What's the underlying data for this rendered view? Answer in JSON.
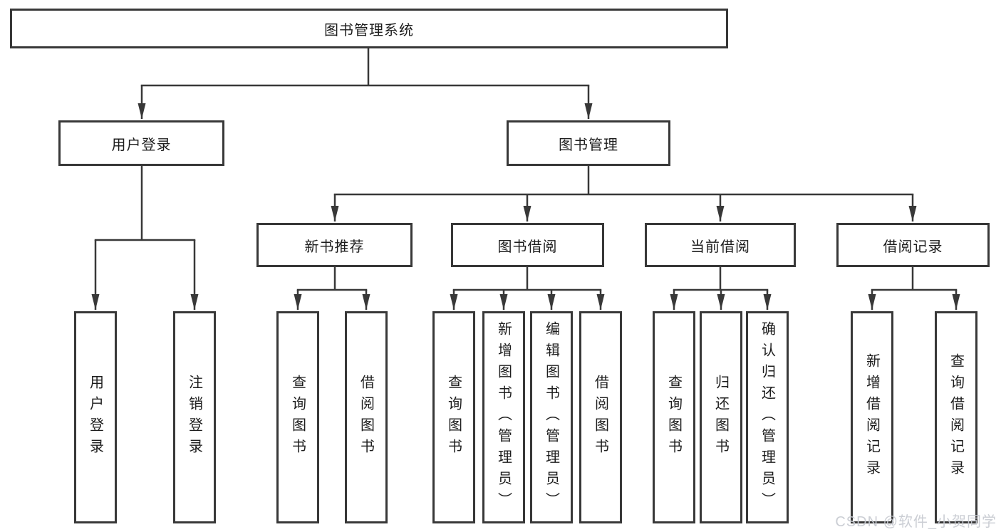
{
  "diagram": {
    "root": {
      "label": "图书管理系统"
    },
    "level2": [
      {
        "label": "用户登录"
      },
      {
        "label": "图书管理"
      }
    ],
    "level3": [
      {
        "label": "新书推荐"
      },
      {
        "label": "图书借阅"
      },
      {
        "label": "当前借阅"
      },
      {
        "label": "借阅记录"
      }
    ],
    "leaves": {
      "user_login": [
        "用户登录",
        "注销登录"
      ],
      "new_book_recommend": [
        "查询图书",
        "借阅图书"
      ],
      "book_borrow": [
        "查询图书",
        "新增图书（管理员）",
        "编辑图书（管理员）",
        "借阅图书"
      ],
      "current_borrow": [
        "查询图书",
        "归还图书",
        "确认归还（管理员）"
      ],
      "borrow_records": [
        "新增借阅记录",
        "查询借阅记录"
      ]
    }
  },
  "watermark": {
    "text": "CSDN @软件_小贺同学"
  },
  "colors": {
    "line": "#383838",
    "box_border": "#383838",
    "text": "#1d1d1d",
    "watermark": "#c7cad1",
    "background": "#ffffff"
  }
}
